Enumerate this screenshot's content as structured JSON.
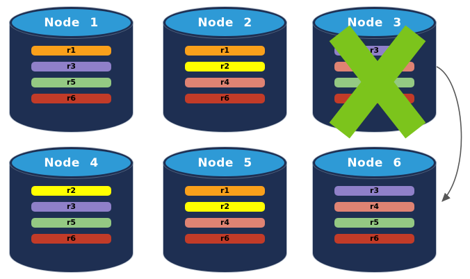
{
  "colors": {
    "cylinder_body": "#1E2F52",
    "cylinder_top": "#2E9AD6",
    "node_title_text": "#FFFFFF",
    "replica_label_text": "#000000",
    "replica_r1": "#F9A01B",
    "replica_r2": "#FFFF00",
    "replica_r3": "#8F80C9",
    "replica_r4": "#DF8373",
    "replica_r5": "#94C983",
    "replica_r6": "#C23B28",
    "failure_x": "#7CC41C",
    "arrow": "#575757"
  },
  "nodes": [
    {
      "title": "Node 1",
      "failed": false,
      "replicas": [
        {
          "label": "r1",
          "color": "#F9A01B"
        },
        {
          "label": "r3",
          "color": "#8F80C9"
        },
        {
          "label": "r5",
          "color": "#94C983"
        },
        {
          "label": "r6",
          "color": "#C23B28"
        }
      ]
    },
    {
      "title": "Node 2",
      "failed": false,
      "replicas": [
        {
          "label": "r1",
          "color": "#F9A01B"
        },
        {
          "label": "r2",
          "color": "#FFFF00"
        },
        {
          "label": "r4",
          "color": "#DF8373"
        },
        {
          "label": "r6",
          "color": "#C23B28"
        }
      ]
    },
    {
      "title": "Node 3",
      "failed": true,
      "replicas": [
        {
          "label": "r3",
          "color": "#8F80C9"
        },
        {
          "label": "r4",
          "color": "#DF8373"
        },
        {
          "label": "r5",
          "color": "#94C983"
        },
        {
          "label": "r6",
          "color": "#C23B28"
        }
      ]
    },
    {
      "title": "Node 4",
      "failed": false,
      "replicas": [
        {
          "label": "r2",
          "color": "#FFFF00"
        },
        {
          "label": "r3",
          "color": "#8F80C9"
        },
        {
          "label": "r5",
          "color": "#94C983"
        },
        {
          "label": "r6",
          "color": "#C23B28"
        }
      ]
    },
    {
      "title": "Node 5",
      "failed": false,
      "replicas": [
        {
          "label": "r1",
          "color": "#F9A01B"
        },
        {
          "label": "r2",
          "color": "#FFFF00"
        },
        {
          "label": "r4",
          "color": "#DF8373"
        },
        {
          "label": "r6",
          "color": "#C23B28"
        }
      ]
    },
    {
      "title": "Node 6",
      "failed": false,
      "replicas": [
        {
          "label": "r3",
          "color": "#8F80C9"
        },
        {
          "label": "r4",
          "color": "#DF8373"
        },
        {
          "label": "r5",
          "color": "#94C983"
        },
        {
          "label": "r6",
          "color": "#C23B28"
        }
      ]
    }
  ],
  "arrow": {
    "from": "Node 3",
    "to": "Node 6"
  }
}
